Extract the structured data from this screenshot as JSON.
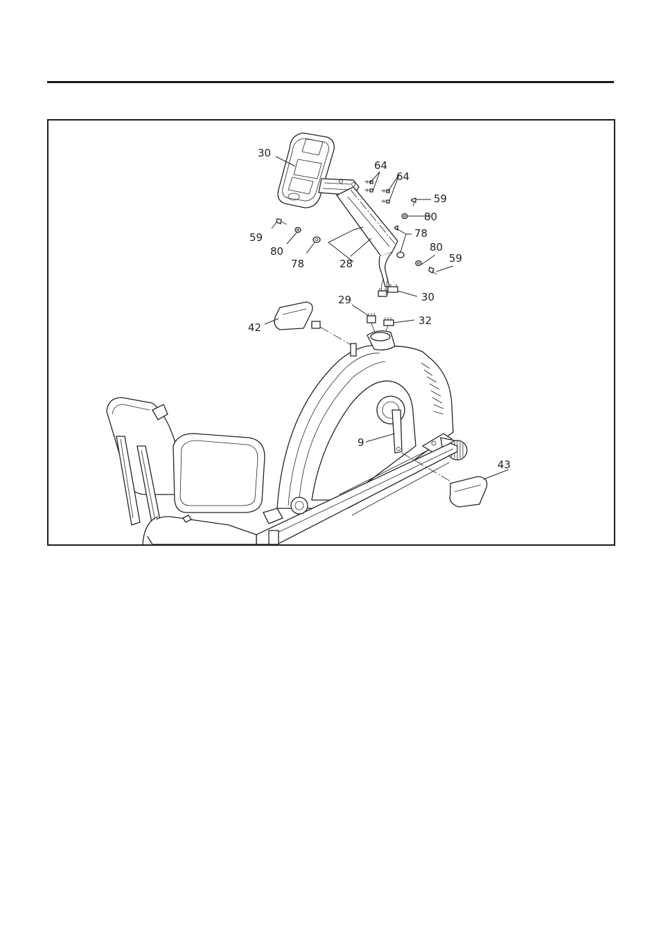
{
  "callouts": {
    "c30_top": "30",
    "c64_a": "64",
    "c64_b": "64",
    "c59_right_top": "59",
    "c80_right_top": "80",
    "c78_right": "78",
    "c59_left": "59",
    "c80_left": "80",
    "c78_left": "78",
    "c28": "28",
    "c80_right_bottom": "80",
    "c59_right_bottom": "59",
    "c30_bottom": "30",
    "c29": "29",
    "c32": "32",
    "c42": "42",
    "c9": "9",
    "c43": "43"
  }
}
